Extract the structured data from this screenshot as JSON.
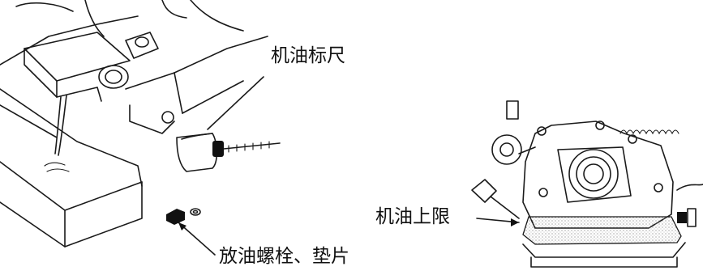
{
  "labels": {
    "dipstick": "机油标尺",
    "drain_bolt": "放油螺栓、垫片",
    "oil_upper_limit": "机油上限"
  }
}
